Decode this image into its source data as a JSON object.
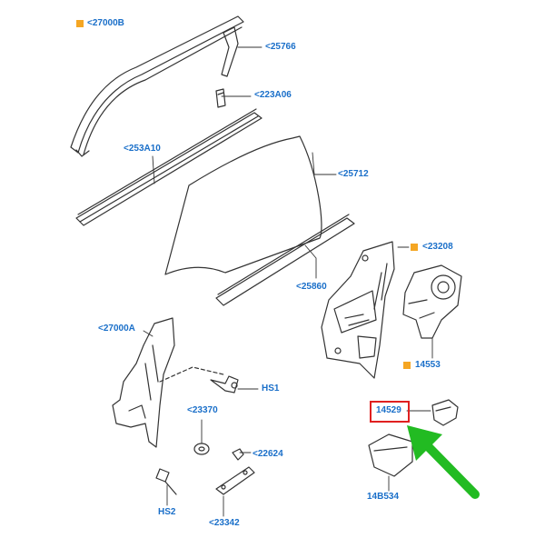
{
  "colors": {
    "label": "#1a6fc9",
    "line": "#333333",
    "marker": "#f5a623",
    "highlight_box": "#e02020",
    "arrow": "#22bb22"
  },
  "labels": {
    "p27000B": "<27000B",
    "p25766": "<25766",
    "p223A06": "<223A06",
    "p253A10": "<253A10",
    "p25712": "<25712",
    "p23208": "<23208",
    "p25860": "<25860",
    "p27000A": "<27000A",
    "p14553": "14553",
    "pHS1": "HS1",
    "p23370": "<23370",
    "p14529": "14529",
    "p22624": "<22624",
    "p14B534": "14B534",
    "pHS2": "HS2",
    "p23342": "<23342"
  },
  "markers": [
    "p27000B",
    "p23208",
    "p14553"
  ],
  "highlighted": "p14529",
  "pointer_arrow": {
    "target": "p14529",
    "color": "green"
  }
}
